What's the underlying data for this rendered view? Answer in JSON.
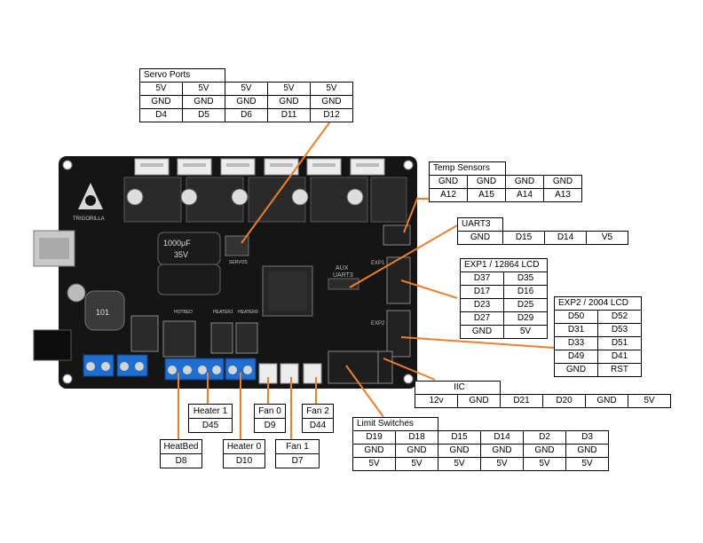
{
  "board": {
    "brand": "TRIGORILLA",
    "cap_large": [
      "1000μF",
      "35V"
    ],
    "cap_small": "101",
    "chip_labels": {
      "aux": "AUX",
      "uart3": "UART3",
      "exp1": "EXP1",
      "exp2": "EXP2",
      "servos": "SERVOS"
    },
    "heater_labels": [
      "HOTBED",
      "HEATER1",
      "HEATER0"
    ]
  },
  "servo": {
    "title": "Servo Ports",
    "rows": [
      [
        "5V",
        "5V",
        "5V",
        "5V",
        "5V"
      ],
      [
        "GND",
        "GND",
        "GND",
        "GND",
        "GND"
      ],
      [
        "D4",
        "D5",
        "D6",
        "D11",
        "D12"
      ]
    ]
  },
  "temp": {
    "title": "Temp Sensors",
    "rows": [
      [
        "GND",
        "GND",
        "GND",
        "GND"
      ],
      [
        "A12",
        "A15",
        "A14",
        "A13"
      ]
    ]
  },
  "uart3": {
    "title": "UART3",
    "rows": [
      [
        "GND",
        "D15",
        "D14",
        "V5"
      ]
    ]
  },
  "exp1": {
    "title": "EXP1 / 12864 LCD",
    "rows": [
      [
        "D37",
        "D35"
      ],
      [
        "D17",
        "D16"
      ],
      [
        "D23",
        "D25"
      ],
      [
        "D27",
        "D29"
      ],
      [
        "GND",
        "5V"
      ]
    ]
  },
  "exp2": {
    "title": "EXP2 / 2004 LCD",
    "rows": [
      [
        "D50",
        "D52"
      ],
      [
        "D31",
        "D53"
      ],
      [
        "D33",
        "D51"
      ],
      [
        "D49",
        "D41"
      ],
      [
        "GND",
        "RST"
      ]
    ]
  },
  "iic": {
    "title": "IIC",
    "rows": [
      [
        "12v",
        "GND",
        "D21",
        "D20",
        "GND",
        "5V"
      ]
    ]
  },
  "limit": {
    "title": "Limit Switches",
    "rows": [
      [
        "D19",
        "D18",
        "D15",
        "D14",
        "D2",
        "D3"
      ],
      [
        "GND",
        "GND",
        "GND",
        "GND",
        "GND",
        "GND"
      ],
      [
        "5V",
        "5V",
        "5V",
        "5V",
        "5V",
        "5V"
      ]
    ]
  },
  "labels": {
    "heater1": {
      "name": "Heater 1",
      "pin": "D45"
    },
    "fan0": {
      "name": "Fan 0",
      "pin": "D9"
    },
    "fan2": {
      "name": "Fan 2",
      "pin": "D44"
    },
    "heatbed": {
      "name": "HeatBed",
      "pin": "D8"
    },
    "heater0": {
      "name": "Heater 0",
      "pin": "D10"
    },
    "fan1": {
      "name": "Fan 1",
      "pin": "D7"
    }
  },
  "colors": {
    "leader": "#f07e26",
    "board": "#141414",
    "terminal": "#1f6fd1",
    "connector": "#e8e8e8"
  }
}
